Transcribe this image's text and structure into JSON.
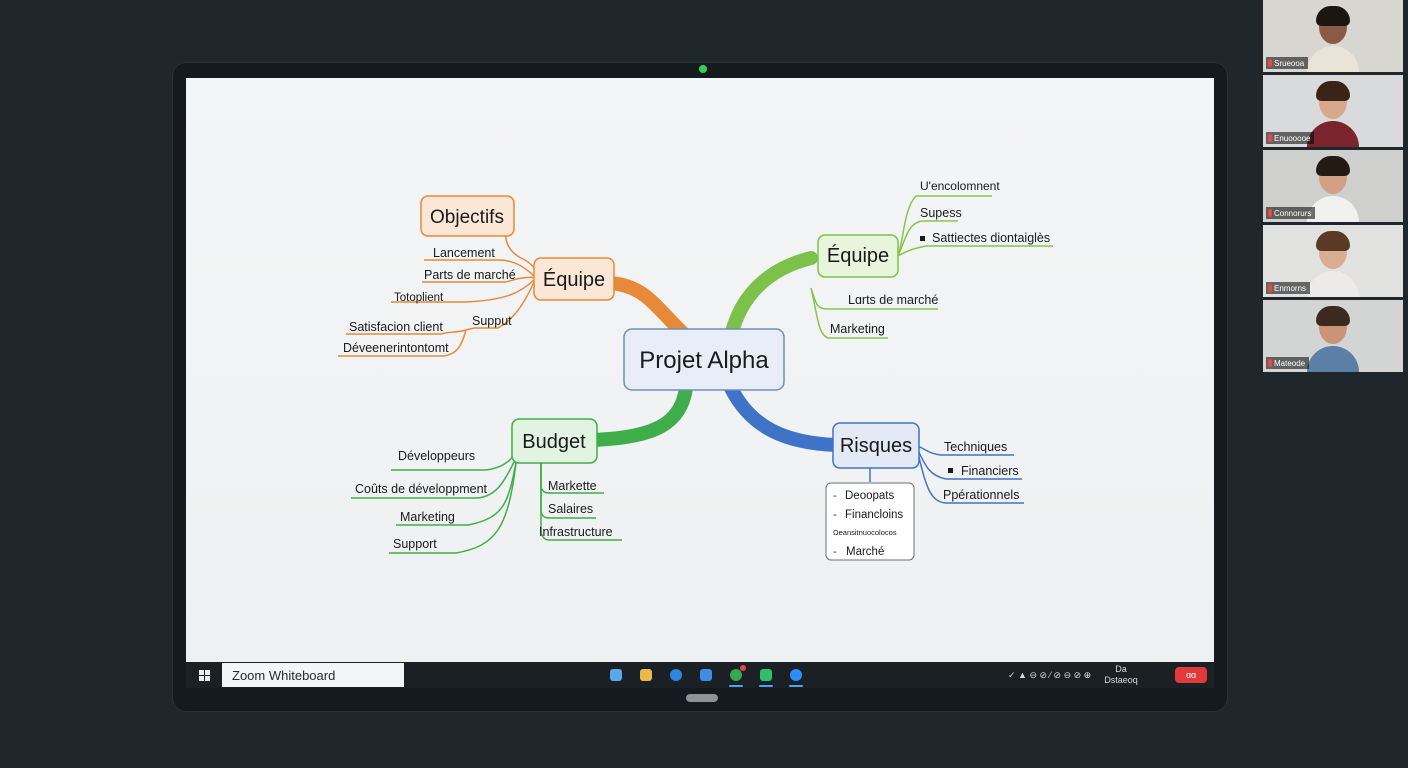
{
  "window": {
    "app_name": "Zoom Whiteboard"
  },
  "mindmap": {
    "center": "Projet Alpha",
    "branches": [
      {
        "title": "Équipe",
        "color": "#e8893a",
        "side": "left-top",
        "extra_node": "Objectifs",
        "leaves": [
          "Lancement",
          "Parts de marché",
          "Totoplient",
          "Supput",
          "Satisfacion client",
          "Déveenerintontomt"
        ]
      },
      {
        "title": "Équipe",
        "color": "#7cc24a",
        "side": "right-top",
        "leaves": [
          "U'encolomnent",
          "Supess",
          "Sattiectes diontaiglès",
          "Lɑrts de marché",
          "Marketing"
        ]
      },
      {
        "title": "Budget",
        "color": "#3fae4a",
        "side": "left-bottom",
        "leaves": [
          "Développeurs",
          "Coûts de développment",
          "Marketing",
          "Support",
          "Markette",
          "Salaires",
          "Infrastructure"
        ]
      },
      {
        "title": "Risques",
        "color": "#3f73c8",
        "side": "right-bottom",
        "leaves": [
          "Techniques",
          "Financiers",
          "Ppérationnels"
        ],
        "box_items": [
          "Deoopats",
          "Financloins",
          "Ωeansitnuocolocos",
          "Marché"
        ]
      }
    ]
  },
  "taskbar": {
    "clock_line1": "Da",
    "clock_line2": "Dstaeoq",
    "end_button": "ɑɑ",
    "tray_glyphs": "✓ ▲ ⊖ ⊘ ⁄ ⊘ ⊖ ⊘ ⊕"
  },
  "participants": [
    {
      "name": "Srueooa",
      "skin": "#8a5a44",
      "hair": "#1d1510",
      "shirt": "#e9e3d8",
      "bg": "#d8d6d1",
      "active": true
    },
    {
      "name": "Enuooooe",
      "skin": "#d7a88c",
      "hair": "#3a2418",
      "shirt": "#7a2430",
      "bg": "#d9dadb",
      "active": false
    },
    {
      "name": "Connorurs",
      "skin": "#d2a084",
      "hair": "#221a15",
      "shirt": "#f1f1ef",
      "bg": "#cfcfcd",
      "active": false
    },
    {
      "name": "Enmorns",
      "skin": "#d8ad92",
      "hair": "#5a3a24",
      "shirt": "#ecebe8",
      "bg": "#e1e1df",
      "active": false
    },
    {
      "name": "Mateode",
      "skin": "#c99577",
      "hair": "#3b2a20",
      "shirt": "#5b7fa6",
      "bg": "#d3d4d4",
      "active": false
    }
  ]
}
